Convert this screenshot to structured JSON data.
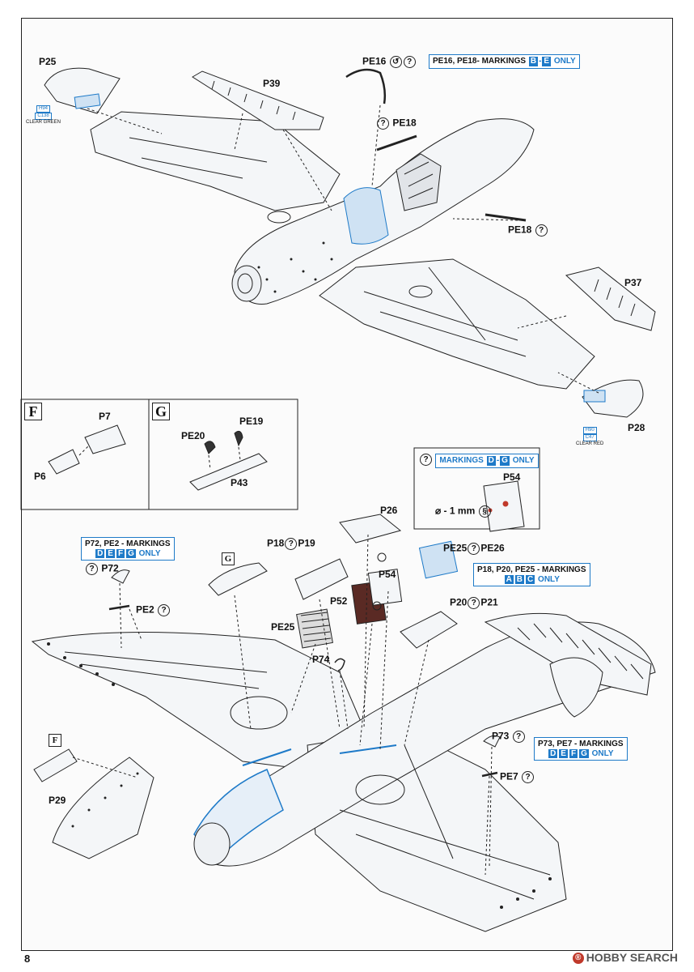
{
  "page_number": "8",
  "watermark": {
    "logo": "®",
    "text": "HOBBY SEARCH"
  },
  "markings": {
    "pe16_pe18": {
      "prefix": "PE16, PE18- MARKINGS",
      "letters": [
        "B",
        "E"
      ],
      "sep": "-",
      "suffix": "ONLY"
    },
    "d_g": {
      "prefix": "MARKINGS",
      "letters": [
        "D",
        "G"
      ],
      "sep": "-",
      "suffix": "ONLY"
    },
    "p18_p20_pe25": {
      "line1": "P18, P20, PE25 - MARKINGS",
      "letters": [
        "A",
        "B",
        "C"
      ],
      "suffix": "ONLY"
    },
    "p72_pe2": {
      "line1": "P72, PE2 - MARKINGS",
      "letters": [
        "D",
        "E",
        "F",
        "G"
      ],
      "suffix": "ONLY"
    },
    "p73_pe7": {
      "line1": "P73, PE7 - MARKINGS",
      "letters": [
        "D",
        "E",
        "F",
        "G"
      ],
      "suffix": "ONLY"
    }
  },
  "paints": {
    "clear_green": {
      "codes": [
        "H94",
        "C138"
      ],
      "name": "CLEAR GREEN"
    },
    "clear_red": {
      "codes": [
        "H90",
        "C47"
      ],
      "name": "CLEAR RED"
    }
  },
  "labels": {
    "p25": "P25",
    "p39": "P39",
    "pe16": "PE16",
    "pe18_top": "PE18",
    "pe18_mid": "PE18",
    "p37": "P37",
    "p28": "P28",
    "p7": "P7",
    "p6": "P6",
    "pe20": "PE20",
    "pe19": "PE19",
    "p43": "P43",
    "p54_inset": "P54",
    "drill": "⌀ - 1 mm",
    "p26": "P26",
    "p18": "P18",
    "p19": "P19",
    "pe25_pe26_a": "PE25",
    "pe25_pe26_b": "PE26",
    "p72": "P72",
    "pe2": "PE2",
    "p54": "P54",
    "p52": "P52",
    "p20": "P20",
    "p21": "P21",
    "pe25": "PE25",
    "p74": "P74",
    "p73": "P73",
    "pe7": "PE7",
    "p29": "P29"
  },
  "section_letters": {
    "f_box": "F",
    "g_box": "G",
    "g_small": "G",
    "f_small": "F"
  },
  "colors": {
    "accent_blue": "#1e7ac8",
    "clear_blue_part": "#b9d4ee",
    "dark_part": "#5a2a24",
    "line": "#222222"
  }
}
